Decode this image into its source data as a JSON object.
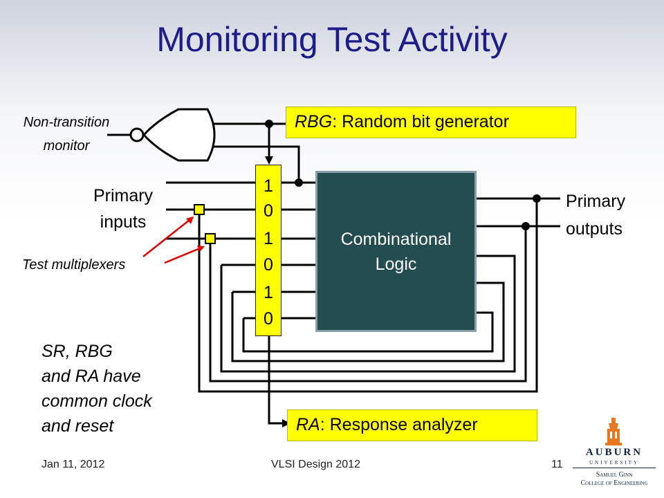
{
  "slide": {
    "title": "Monitoring Test Activity",
    "non_transition_line1": "Non-transition",
    "non_transition_line2": "monitor",
    "rbg_abbr": "RBG",
    "rbg_rest": ": Random bit generator",
    "primary_inputs_line1": "Primary",
    "primary_inputs_line2": "inputs",
    "test_mux": "Test multiplexers",
    "primary_outputs_line1": "Primary",
    "primary_outputs_line2": "outputs",
    "comb_line1": "Combinational",
    "comb_line2": "Logic",
    "shift_register_bits": [
      "1",
      "0",
      "1",
      "0",
      "1",
      "0"
    ],
    "note_line1": "SR, RBG",
    "note_line2": "and RA have",
    "note_line3": "common clock",
    "note_line4": "and reset",
    "ra_abbr": "RA",
    "ra_rest": ": Response analyzer"
  },
  "footer": {
    "date": "Jan 11, 2012",
    "center": "VLSI Design 2012",
    "page": "11"
  },
  "logo": {
    "auburn": "AUBURN",
    "university": "UNIVERSITY",
    "college_line1": "Samuel Ginn",
    "college_line2": "College of Engineering"
  },
  "colors": {
    "title": "#1c1c8a",
    "yellow": "#ffff00",
    "comb_fill": "#234d50",
    "arrow_red": "#e00000",
    "logo_orange": "#e87722",
    "logo_navy": "#0c2340"
  }
}
